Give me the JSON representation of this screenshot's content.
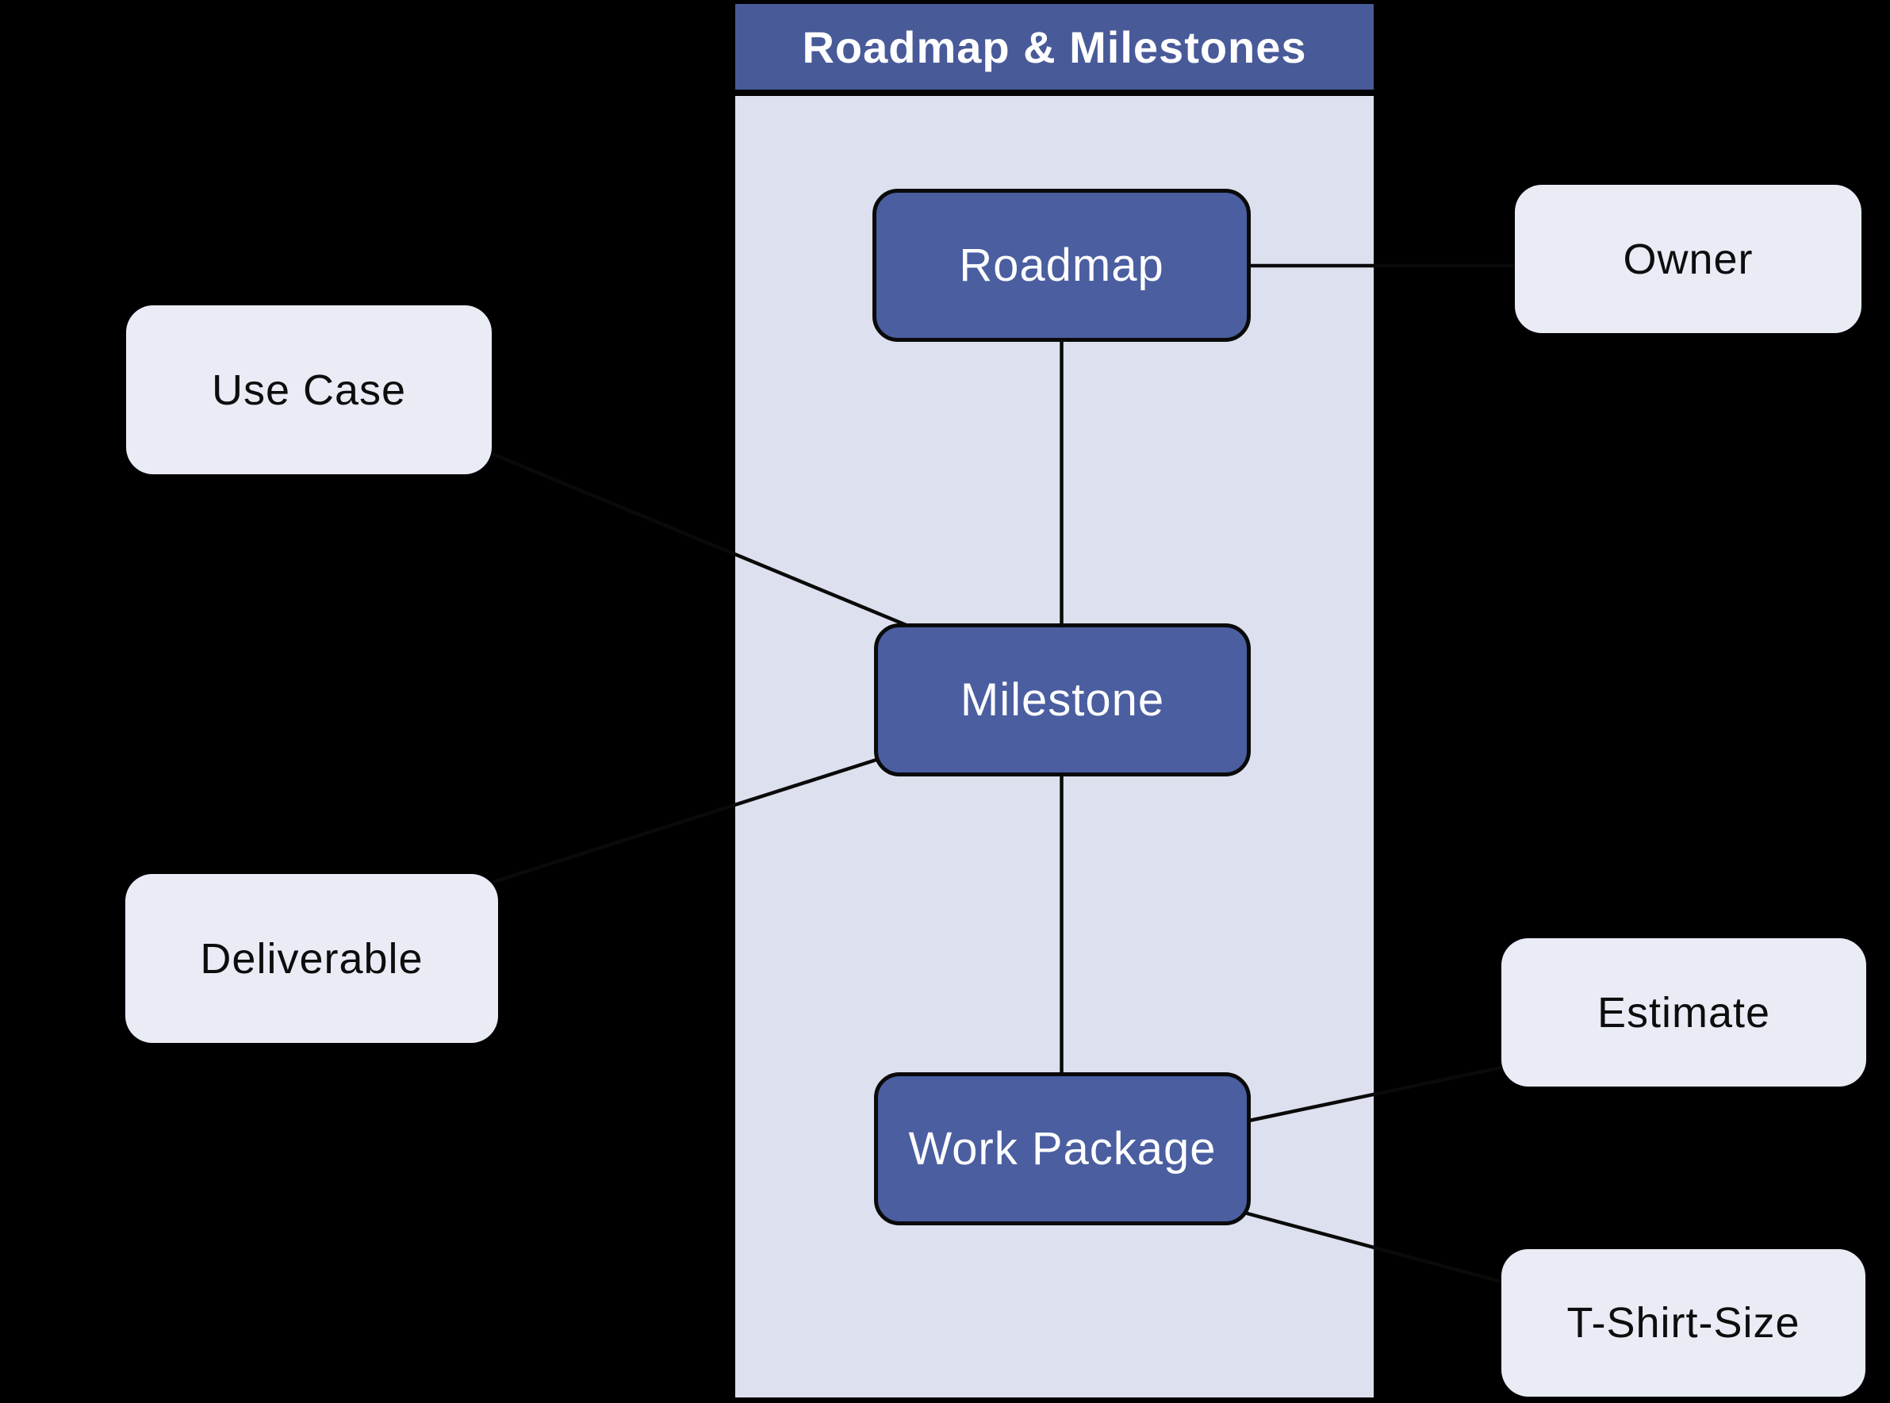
{
  "diagram": {
    "title": "Roadmap & Milestones",
    "nodes": {
      "roadmap": "Roadmap",
      "milestone": "Milestone",
      "work_package": "Work Package",
      "use_case": "Use Case",
      "deliverable": "Deliverable",
      "owner": "Owner",
      "estimate": "Estimate",
      "t_shirt_size": "T-Shirt-Size"
    },
    "edges": [
      {
        "from": "roadmap",
        "to": "milestone"
      },
      {
        "from": "milestone",
        "to": "work_package"
      },
      {
        "from": "roadmap",
        "to": "owner"
      },
      {
        "from": "use_case",
        "to": "milestone"
      },
      {
        "from": "deliverable",
        "to": "milestone"
      },
      {
        "from": "work_package",
        "to": "estimate"
      },
      {
        "from": "work_package",
        "to": "t_shirt_size"
      }
    ],
    "colors": {
      "background": "#000000",
      "container_fill": "#dde0ee",
      "header_fill": "#485a98",
      "node_fill": "#4a5ea0",
      "node_border": "#0a0a0a",
      "card_fill": "#e9ebf5",
      "connector": "#0a0a0a",
      "node_text": "#ffffff",
      "card_text": "#0d0d0d"
    }
  }
}
